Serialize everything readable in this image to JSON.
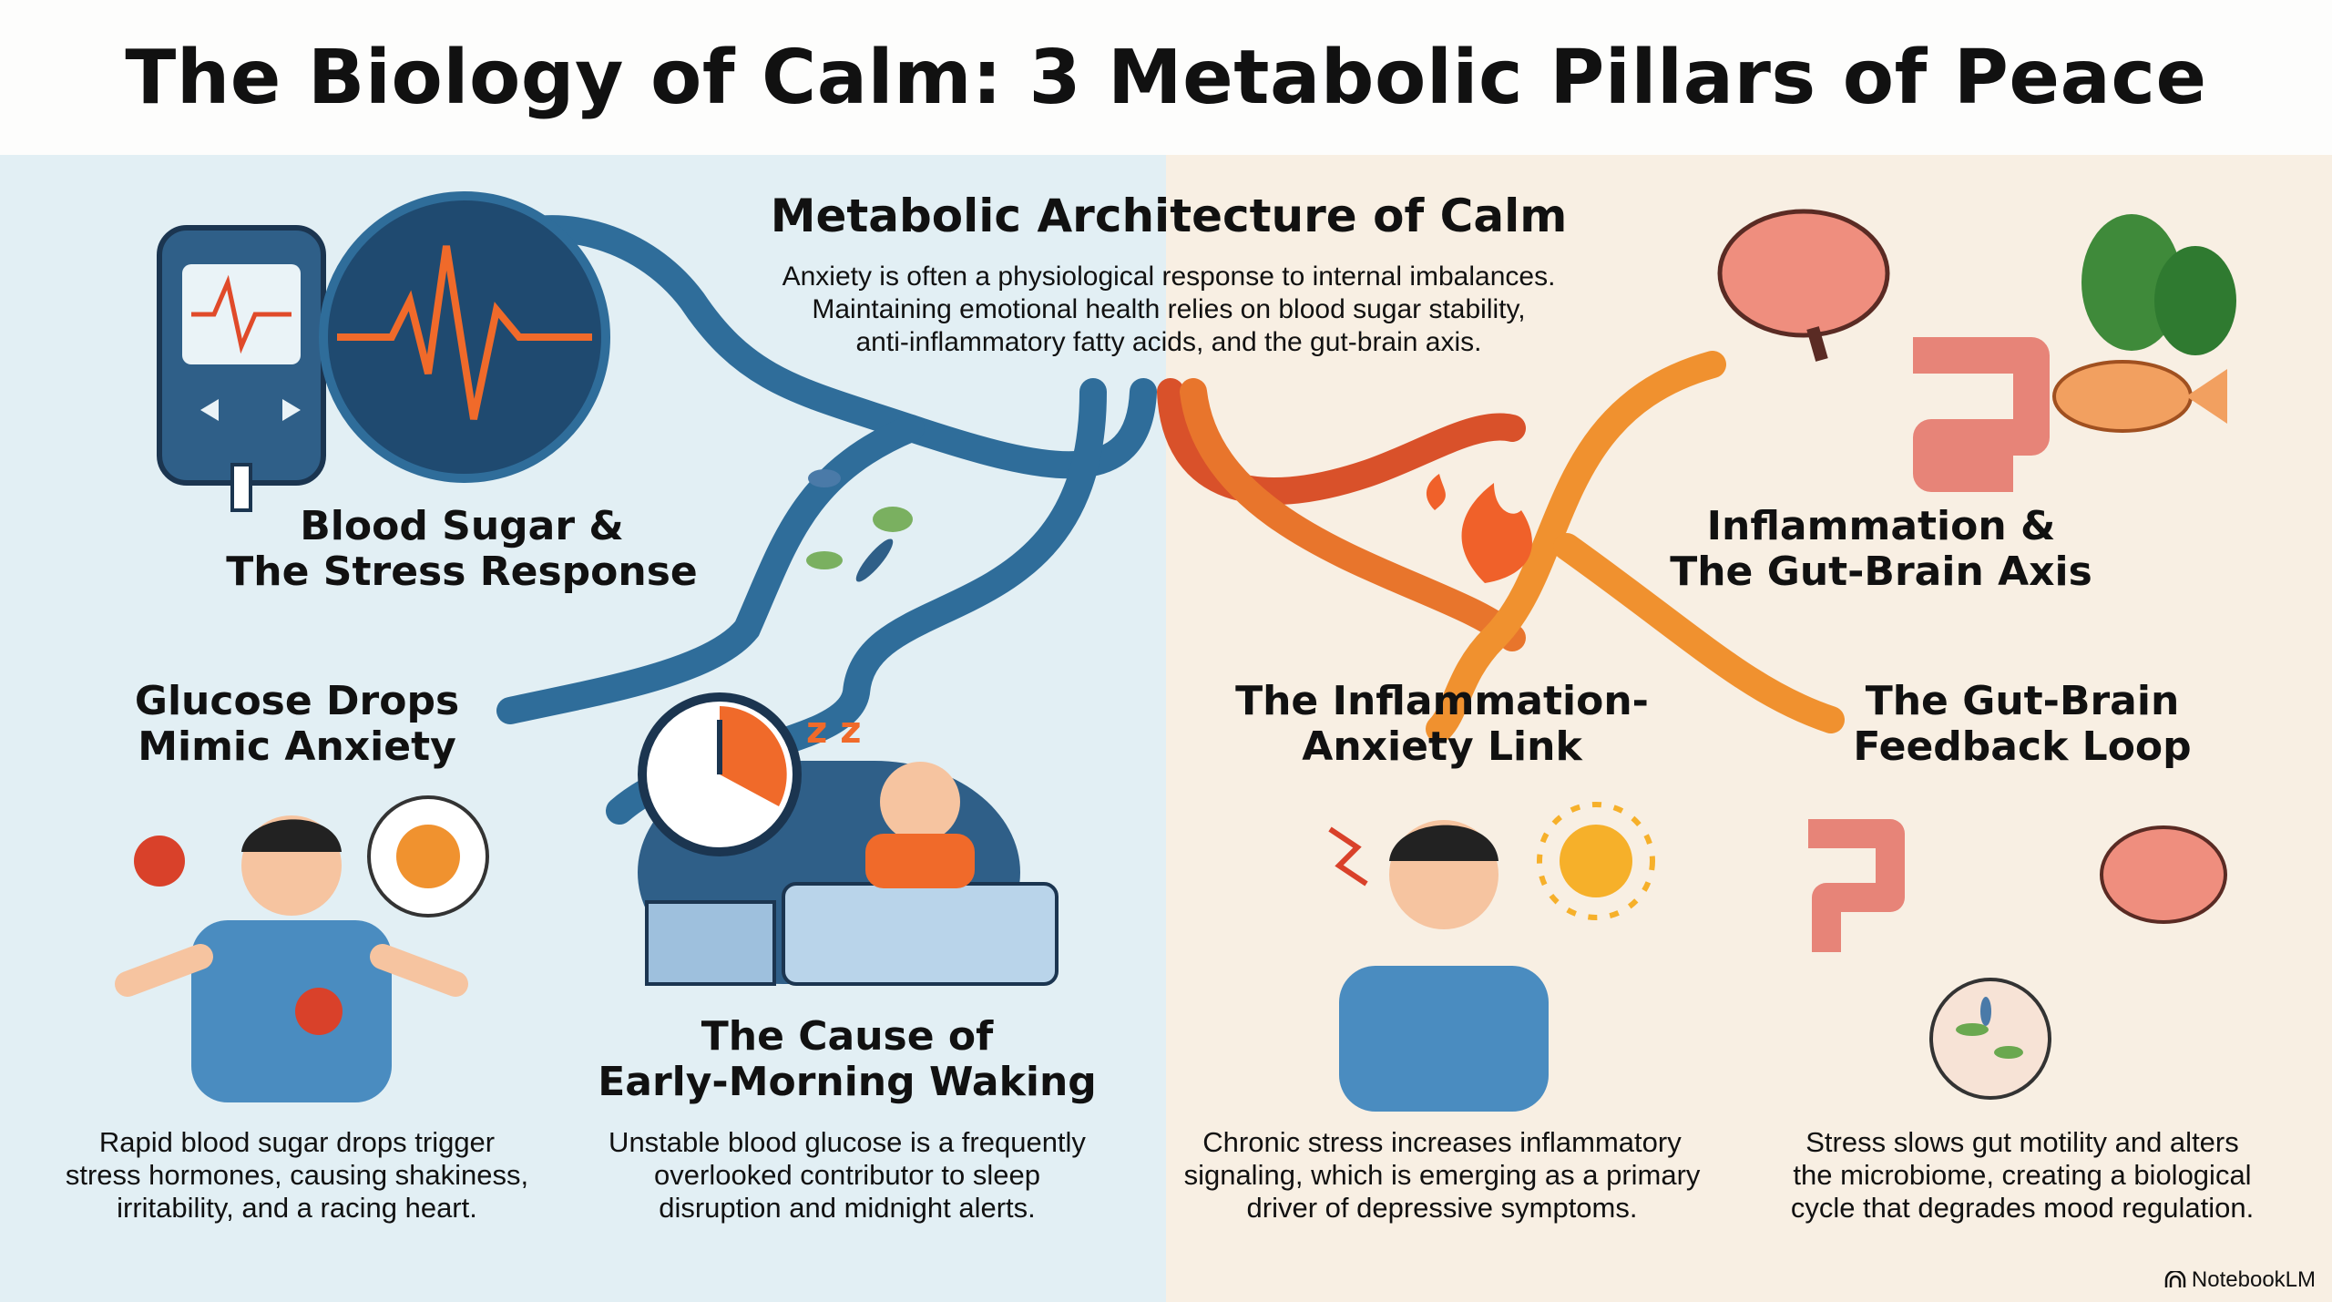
{
  "title": "The Biology of Calm: 3 Metabolic Pillars of Peace",
  "center": {
    "heading": "Metabolic Architecture of Calm",
    "lines": [
      "Anxiety is often a physiological response to internal imbalances.",
      "Maintaining emotional health relies on blood sugar stability,",
      "anti-inflammatory fatty acids, and the gut-brain axis."
    ]
  },
  "pillars": {
    "blood_sugar": {
      "line1": "Blood Sugar &",
      "line2": "The Stress Response"
    },
    "inflammation": {
      "line1": "Inflammation &",
      "line2": "The Gut-Brain Axis"
    }
  },
  "sections": [
    {
      "line1": "Glucose Drops",
      "line2": "Mimic Anxiety",
      "body": [
        "Rapid blood sugar drops trigger",
        "stress hormones, causing shakiness,",
        "irritability, and a racing heart."
      ]
    },
    {
      "line1": "The Cause of",
      "line2": "Early-Morning Waking",
      "body": [
        "Unstable blood glucose is a frequently",
        "overlooked contributor to sleep",
        "disruption and midnight alerts."
      ]
    },
    {
      "line1": "The Inflammation-",
      "line2": "Anxiety Link",
      "body": [
        "Chronic stress increases inflammatory",
        "signaling, which is emerging as a primary",
        "driver of depressive symptoms."
      ]
    },
    {
      "line1": "The Gut-Brain",
      "line2": "Feedback Loop",
      "body": [
        "Stress slows gut motility and alters",
        "the microbiome, creating a biological",
        "cycle that degrades mood regulation."
      ]
    }
  ],
  "sleep_icon_text": "z z",
  "brand": "NotebookLM",
  "colors": {
    "blue_path": "#2f6d9a",
    "orange_path": "#e8752c",
    "left_bg": "#e2eff4",
    "right_bg": "#f8efe3"
  }
}
